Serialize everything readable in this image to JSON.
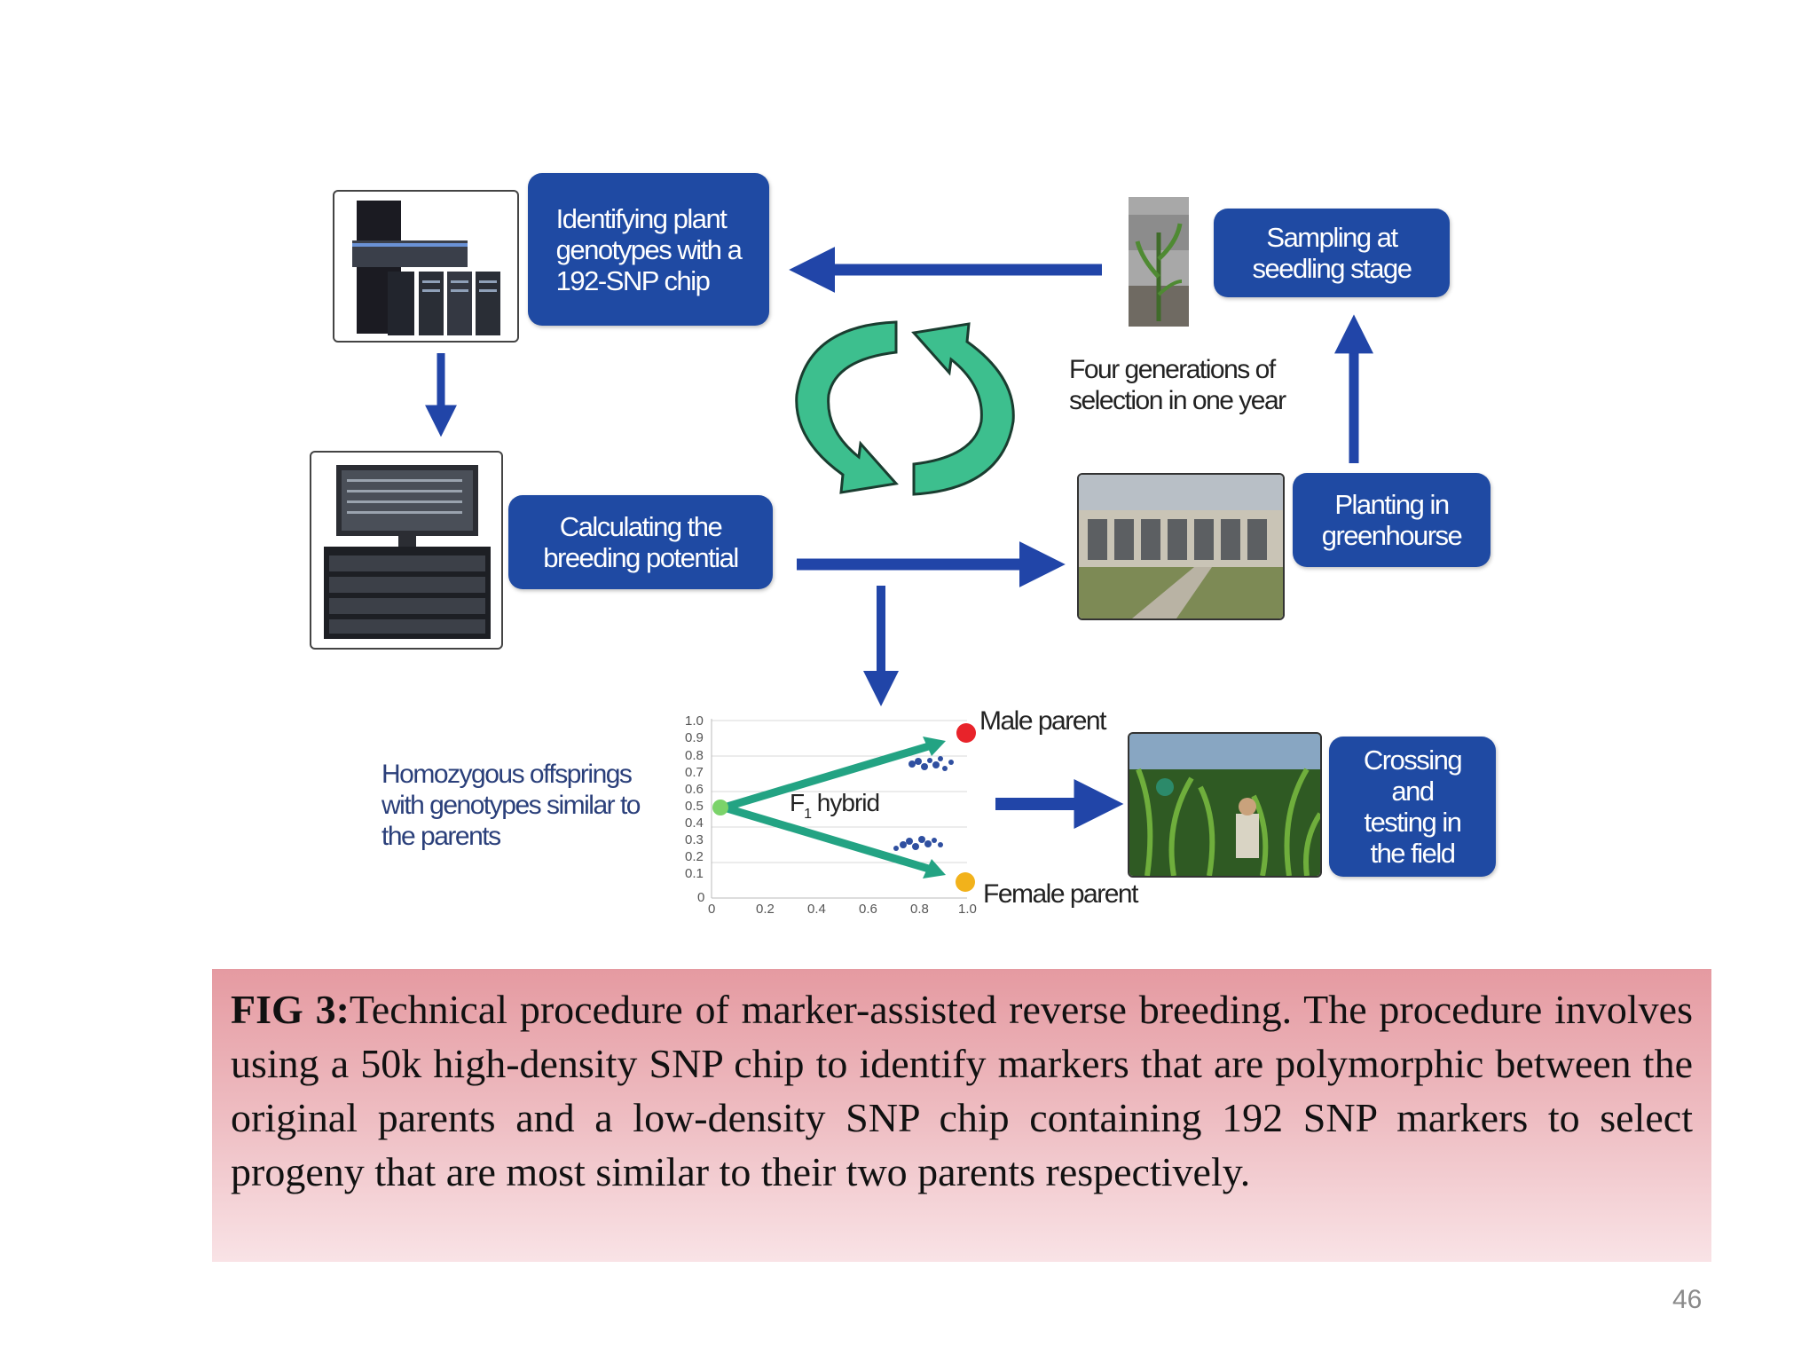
{
  "diagram": {
    "boxes": {
      "genotyping": "Identifying plant\ngenotypes with a\n192-SNP chip",
      "breeding_potential": "Calculating the\nbreeding potential",
      "sampling": "Sampling at\nseedling stage",
      "planting": "Planting in\ngreenhourse",
      "crossing": "Crossing\nand\ntesting in\nthe field"
    },
    "notes": {
      "cycle": "Four generations of\nselection in one year",
      "offsprings": "Homozygous offsprings\nwith genotypes similar to\nthe parents"
    },
    "plot": {
      "y_ticks": [
        "1.0",
        "0.9",
        "0.8",
        "0.7",
        "0.6",
        "0.5",
        "0.4",
        "0.3",
        "0.2",
        "0.1",
        "0"
      ],
      "x_ticks": [
        "0",
        "0.2",
        "0.4",
        "0.6",
        "0.8",
        "1.0"
      ],
      "male_label": "Male parent",
      "female_label": "Female parent",
      "hybrid_label": "F",
      "hybrid_subscript": "1",
      "hybrid_label_rest": " hybrid",
      "colors": {
        "male": "#e8232a",
        "female": "#f2b21b",
        "hybrid": "#7bd36a",
        "arrow": "#23a383",
        "dots": "#2f4fa0"
      }
    },
    "colors": {
      "box": "#1f4aa3",
      "arrow": "#2145a8",
      "cycle": "#3dbf8e"
    }
  },
  "caption": {
    "label": "FIG 3:",
    "text": "Technical procedure of marker-assisted reverse breeding. The procedure involves using a 50k high-density SNP chip to identify markers that are polymorphic between the original parents and a low-density SNP chip containing 192 SNP markers to select progeny that are most similar to their two parents respectively."
  },
  "page_number": "46"
}
